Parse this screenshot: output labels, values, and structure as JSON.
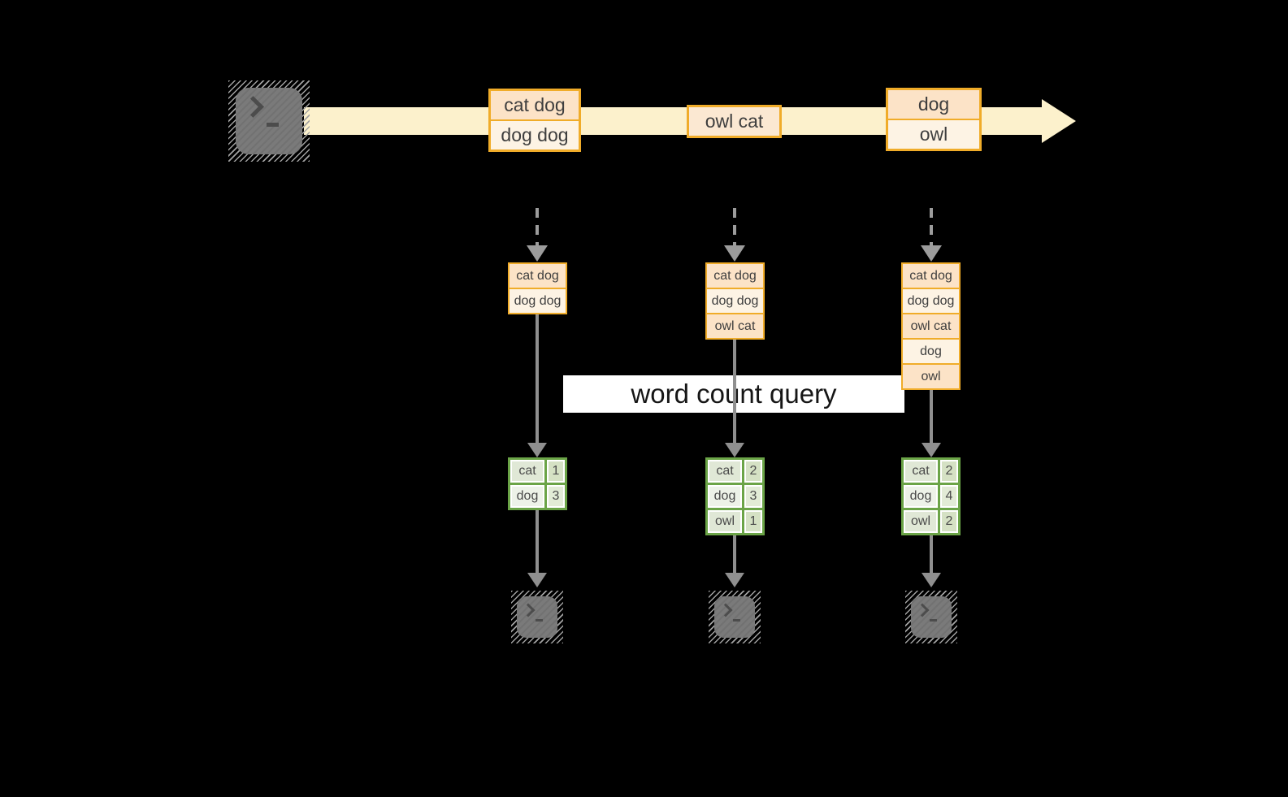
{
  "banner": {
    "label": "word count query"
  },
  "source": {
    "icon": "terminal-icon"
  },
  "timeline": {
    "events": [
      {
        "lines": [
          "cat dog",
          "dog dog"
        ]
      },
      {
        "lines": [
          "owl cat"
        ]
      },
      {
        "lines": [
          "dog",
          "owl"
        ]
      }
    ]
  },
  "columns": [
    {
      "window_items": [
        "cat dog",
        "dog dog"
      ],
      "counts": [
        {
          "word": "cat",
          "count": "1"
        },
        {
          "word": "dog",
          "count": "3"
        }
      ],
      "sink_icon": "terminal-icon"
    },
    {
      "window_items": [
        "cat dog",
        "dog dog",
        "owl cat"
      ],
      "counts": [
        {
          "word": "cat",
          "count": "2"
        },
        {
          "word": "dog",
          "count": "3"
        },
        {
          "word": "owl",
          "count": "1"
        }
      ],
      "sink_icon": "terminal-icon"
    },
    {
      "window_items": [
        "cat dog",
        "dog dog",
        "owl cat",
        "dog",
        "owl"
      ],
      "counts": [
        {
          "word": "cat",
          "count": "2"
        },
        {
          "word": "dog",
          "count": "4"
        },
        {
          "word": "owl",
          "count": "2"
        }
      ],
      "sink_icon": "terminal-icon"
    }
  ],
  "colors": {
    "background": "#000000",
    "stream_arrow": "#fcf1cc",
    "record_border": "#f0ac29",
    "record_fill_dark": "#fce3c7",
    "record_fill_light": "#fdf3e4",
    "record_fill_mid": "#fbe8d2",
    "table_border": "#6ba447",
    "table_cell_sage": "#e0e8d6",
    "table_cell_sage_dark": "#d5e1c4",
    "table_cell_light": "#edf2e8",
    "table_cell_light_num": "#e2ebd6",
    "connector_gray": "#8f8f8f",
    "terminal_gray": "#7a7a7a",
    "banner_bg": "#ffffff"
  }
}
